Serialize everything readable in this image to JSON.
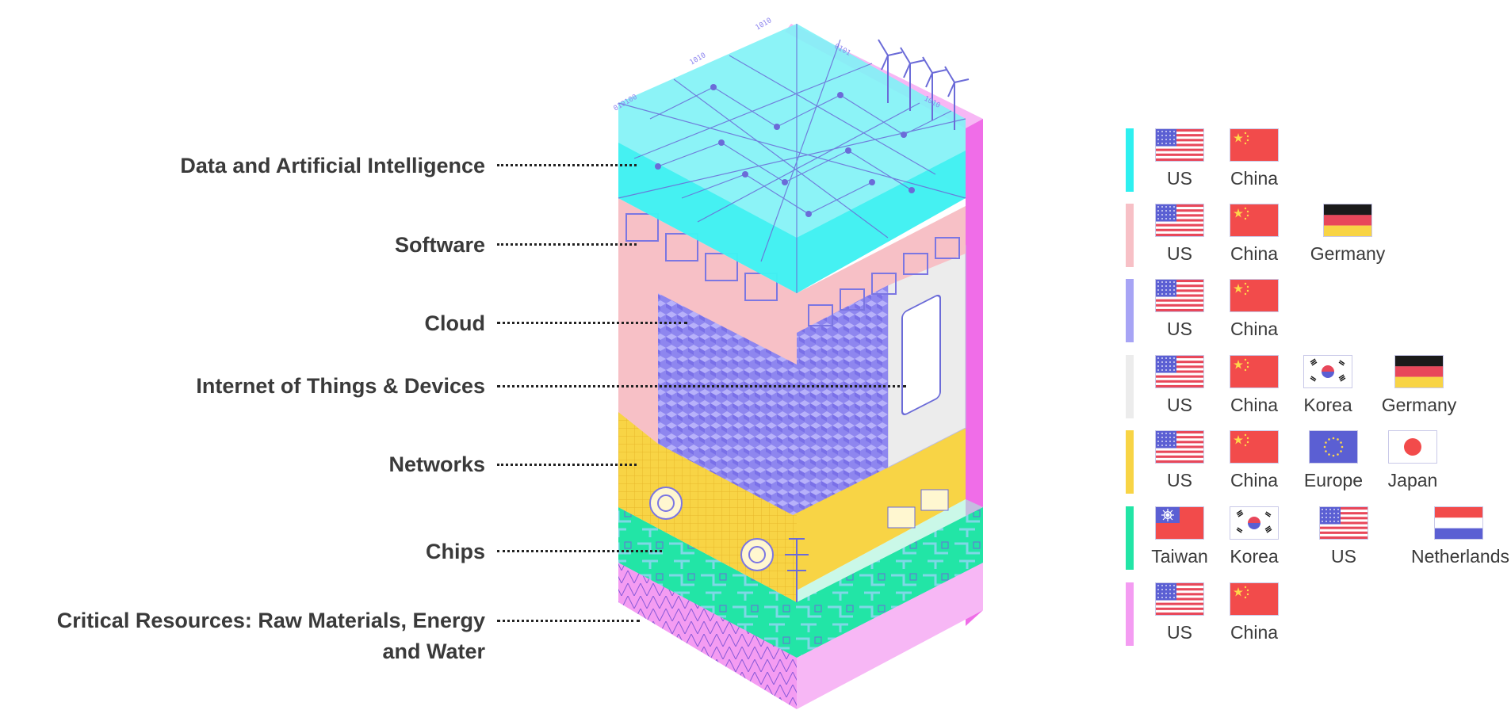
{
  "layers": [
    {
      "label": "Data and Artificial Intelligence"
    },
    {
      "label": "Software"
    },
    {
      "label": "Cloud"
    },
    {
      "label": "Internet of Things & Devices"
    },
    {
      "label": "Networks"
    },
    {
      "label": "Chips"
    },
    {
      "label_line1": "Critical Resources: Raw Materials, Energy",
      "label_line2": "and Water"
    }
  ],
  "illustration": {
    "tags": [
      "010100",
      "1010",
      "1010",
      "0101",
      "1010"
    ]
  },
  "legend": [
    {
      "color": "#2ef0f0",
      "countries": [
        {
          "name": "US",
          "flag": "us-flag"
        },
        {
          "name": "China",
          "flag": "china-flag"
        }
      ]
    },
    {
      "color": "#f7c0c6",
      "countries": [
        {
          "name": "US",
          "flag": "us-flag"
        },
        {
          "name": "China",
          "flag": "china-flag"
        },
        {
          "name": "Germany",
          "flag": "germany-flag"
        }
      ]
    },
    {
      "color": "#a7a4f5",
      "countries": [
        {
          "name": "US",
          "flag": "us-flag"
        },
        {
          "name": "China",
          "flag": "china-flag"
        }
      ]
    },
    {
      "color": "#ececec",
      "countries": [
        {
          "name": "US",
          "flag": "us-flag"
        },
        {
          "name": "China",
          "flag": "china-flag"
        },
        {
          "name": "Korea",
          "flag": "korea-flag"
        },
        {
          "name": "Germany",
          "flag": "germany-flag"
        }
      ]
    },
    {
      "color": "#f8d445",
      "countries": [
        {
          "name": "US",
          "flag": "us-flag"
        },
        {
          "name": "China",
          "flag": "china-flag"
        },
        {
          "name": "Europe",
          "flag": "eu-flag"
        },
        {
          "name": "Japan",
          "flag": "japan-flag"
        }
      ]
    },
    {
      "color": "#22e5a6",
      "countries": [
        {
          "name": "Taiwan",
          "flag": "taiwan-flag"
        },
        {
          "name": "Korea",
          "flag": "korea-flag"
        },
        {
          "name": "US",
          "flag": "us-flag"
        },
        {
          "name": "Netherlands",
          "flag": "netherlands-flag"
        }
      ]
    },
    {
      "color": "#f49cf2",
      "countries": [
        {
          "name": "US",
          "flag": "us-flag"
        },
        {
          "name": "China",
          "flag": "china-flag"
        }
      ]
    }
  ]
}
